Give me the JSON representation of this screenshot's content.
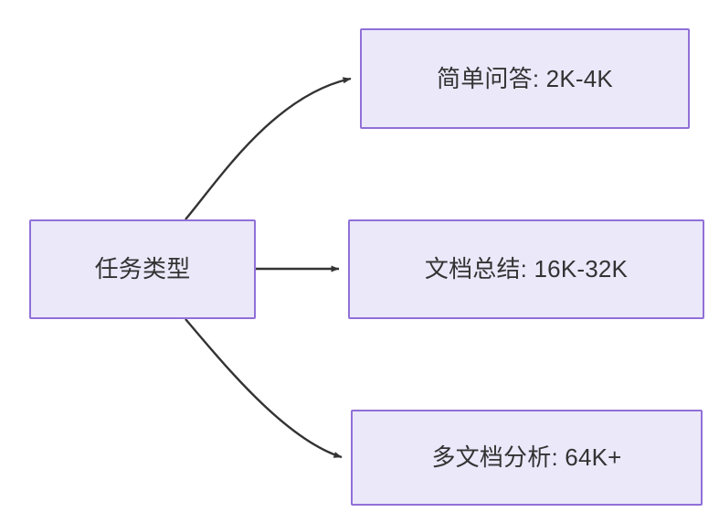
{
  "diagram": {
    "type": "flowchart",
    "direction": "left-to-right",
    "background_color": "#ffffff",
    "node_fill_color": "#ebe8fa",
    "node_border_color": "#9070d8",
    "text_color": "#333333",
    "edge_color": "#333333",
    "nodes": [
      {
        "id": "root",
        "label": "任务类型"
      },
      {
        "id": "simple",
        "label": "简单问答: 2K-4K"
      },
      {
        "id": "doc",
        "label": "文档总结: 16K-32K"
      },
      {
        "id": "multi",
        "label": "多文档分析: 64K+"
      }
    ],
    "edges": [
      {
        "from": "root",
        "to": "simple",
        "label": "",
        "style": "curved-arrow"
      },
      {
        "from": "root",
        "to": "doc",
        "label": "",
        "style": "straight-arrow"
      },
      {
        "from": "root",
        "to": "multi",
        "label": "",
        "style": "curved-arrow"
      }
    ]
  }
}
